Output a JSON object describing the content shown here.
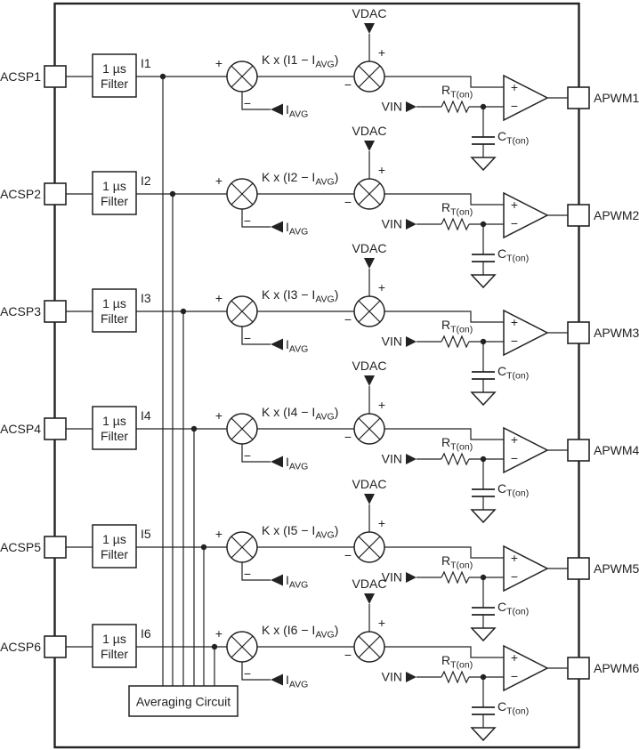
{
  "labels": {
    "filter_line1": "1 µs",
    "filter_line2": "Filter",
    "averaging_circuit": "Averaging Circuit",
    "vdac": "VDAC",
    "vin": "VIN",
    "plus": "+",
    "minus": "−",
    "i_main": "I",
    "avg_sub": "AVG",
    "r_main": "R",
    "rc_sub": "T(on)",
    "c_main": "C",
    "paren_close": ")"
  },
  "channels": [
    {
      "input_pin": "ACSP1",
      "current": "I1",
      "k_expr_pre": "K x (I1 − I",
      "output_pin": "APWM1"
    },
    {
      "input_pin": "ACSP2",
      "current": "I2",
      "k_expr_pre": "K x (I2 − I",
      "output_pin": "APWM2"
    },
    {
      "input_pin": "ACSP3",
      "current": "I3",
      "k_expr_pre": "K x (I3 − I",
      "output_pin": "APWM3"
    },
    {
      "input_pin": "ACSP4",
      "current": "I4",
      "k_expr_pre": "K x (I4 − I",
      "output_pin": "APWM4"
    },
    {
      "input_pin": "ACSP5",
      "current": "I5",
      "k_expr_pre": "K x (I5 − I",
      "output_pin": "APWM5"
    },
    {
      "input_pin": "ACSP6",
      "current": "I6",
      "k_expr_pre": "K x (I6 − I",
      "output_pin": "APWM6"
    }
  ],
  "colors": {
    "line": "#222222",
    "background": "#ffffff"
  }
}
